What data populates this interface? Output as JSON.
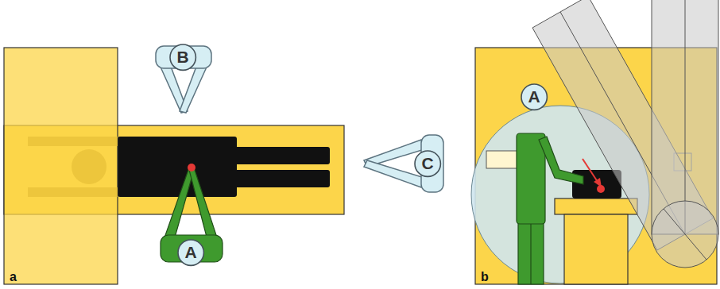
{
  "diagram": {
    "nodes": [
      {
        "text": [
          "A"
        ]
      },
      {
        "text": [
          "B"
        ]
      },
      {
        "text": [
          "C"
        ]
      },
      {
        "text": [
          "A"
        ]
      }
    ],
    "labels": [
      "a",
      "b"
    ]
  }
}
